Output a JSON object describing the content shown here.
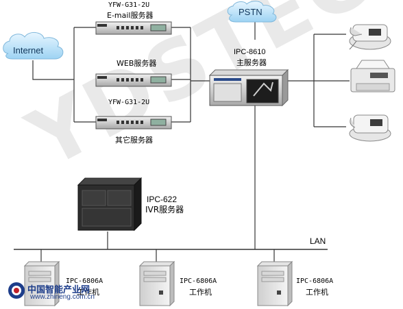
{
  "watermark": "YDSTECH",
  "clouds": {
    "internet": "Internet",
    "pstn": "PSTN"
  },
  "servers": {
    "email": {
      "model": "YFW-G31-2U",
      "name": "E-mail服务器"
    },
    "web": {
      "name": "WEB服务器"
    },
    "other": {
      "model": "YFW-G31-2U",
      "name": "其它服务器"
    }
  },
  "main_server": {
    "model": "IPC-8610",
    "name": "主服务器"
  },
  "ivr_server": {
    "model": "IPC-622",
    "name": "IVR服务器"
  },
  "lan_label": "LAN",
  "workstations": [
    {
      "model": "IPC-6806A",
      "name": "工作机"
    },
    {
      "model": "IPC-6806A",
      "name": "工作机"
    },
    {
      "model": "IPC-6806A",
      "name": "工作机"
    }
  ],
  "logo": {
    "title": "中国智能产业网",
    "url": "www.zhineng.com.cn"
  }
}
